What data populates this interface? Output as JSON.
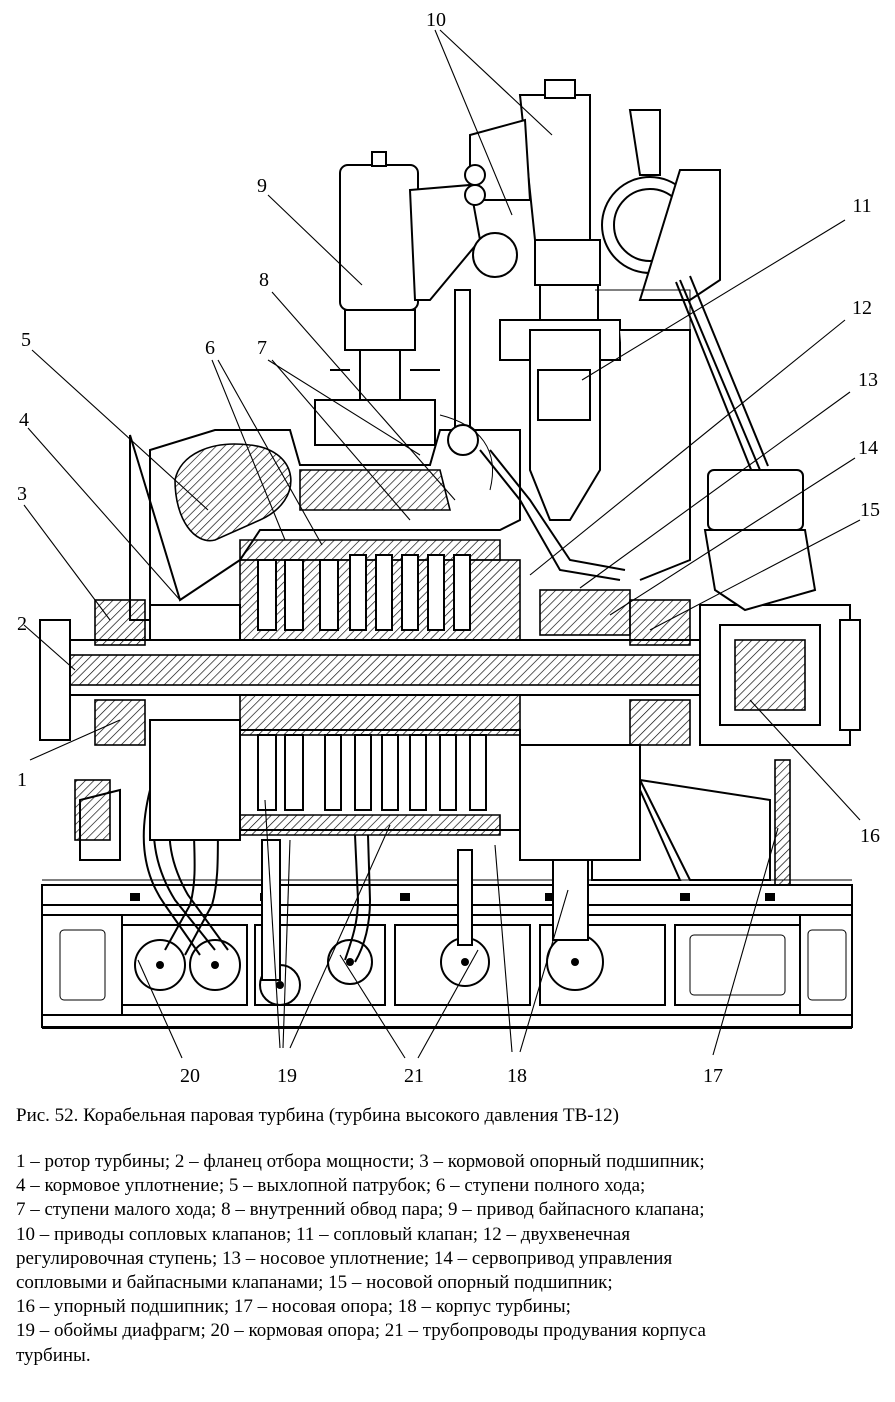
{
  "figure": {
    "callouts": [
      "10",
      "9",
      "8",
      "5",
      "6",
      "7",
      "11",
      "12",
      "13",
      "14",
      "15",
      "4",
      "3",
      "2",
      "1",
      "16",
      "20",
      "19",
      "21",
      "18",
      "17"
    ]
  },
  "caption": "Рис. 52. Корабельная паровая турбина (турбина высокого давления ТВ-12)",
  "legend_lines": [
    "1 – ротор турбины;   2 – фланец отбора мощности;   3 – кормовой опорный подшипник;",
    "4 – кормовое уплотнение;   5 – выхлопной патрубок;   6 – ступени полного хода;",
    "7 – ступени малого хода;   8 – внутренний обвод пара;   9 – привод байпасного клапана;",
    "10 – приводы сопловых клапанов;   11 – сопловый клапан;   12 – двухвенечная",
    "регулировочная ступень;   13 – носовое уплотнение;   14 – сервопривод управления",
    "сопловыми и байпасными клапанами;   15 – носовой опорный подшипник;",
    "16 – упорный подшипник;   17 – носовая опора;   18 – корпус турбины;",
    "19 – обоймы диафрагм;   20 – кормовая опора;   21 – трубопроводы продувания корпуса",
    "турбины."
  ]
}
